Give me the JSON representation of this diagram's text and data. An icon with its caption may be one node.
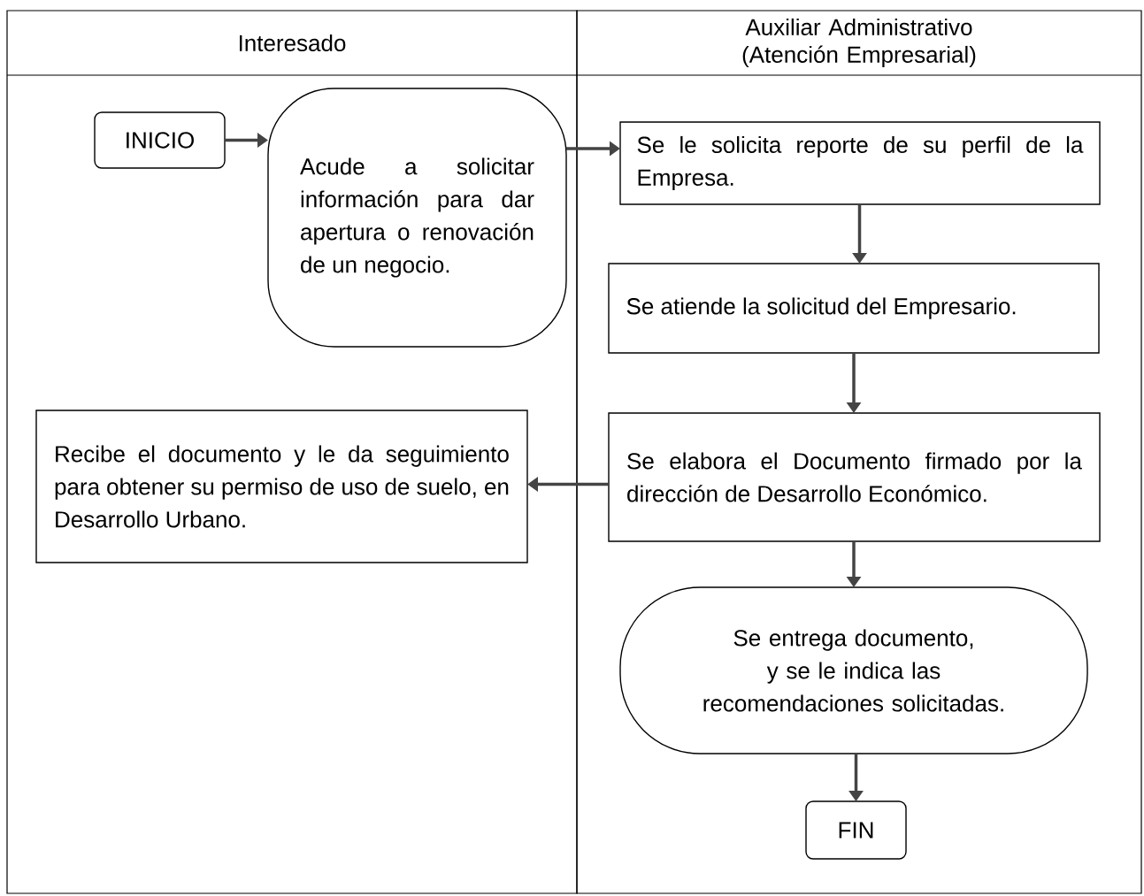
{
  "diagram": {
    "nodes": [
      {
        "text": [
          "Interesado"
        ]
      },
      {
        "text": [
          "Auxiliar Administrativo (Atención Empresarial)"
        ]
      },
      {
        "text": [
          "INICIO"
        ],
        "in": 0
      },
      {
        "text": [
          "Acude a solicitar información para dar apertura o renovación de un negocio."
        ],
        "in": 0
      },
      {
        "text": [
          "Se le solicita reporte de su perfil de la Empresa."
        ],
        "in": 1
      },
      {
        "text": [
          "Se atiende la solicitud del Empresario."
        ],
        "in": 1
      },
      {
        "text": [
          "Se elabora el Documento firmado por la dirección de Desarrollo Económico."
        ],
        "in": 1
      },
      {
        "text": [
          "Recibe el documento y le da seguimiento para obtener su permiso de uso de suelo, en Desarrollo Urbano."
        ],
        "in": 0
      },
      {
        "text": [
          "Se entrega documento, y se le indica las recomendaciones solicitadas."
        ],
        "in": 1
      },
      {
        "text": [
          "FIN"
        ],
        "in": 1
      }
    ],
    "edges": [
      {
        "from": 2,
        "to": 3,
        "arrow": "to"
      },
      {
        "from": 3,
        "to": 4,
        "arrow": "to"
      },
      {
        "from": 4,
        "to": 5,
        "arrow": "to"
      },
      {
        "from": 5,
        "to": 6,
        "arrow": "to"
      },
      {
        "from": 6,
        "to": 7,
        "arrow": "to"
      },
      {
        "from": 6,
        "to": 8,
        "arrow": "to"
      },
      {
        "from": 8,
        "to": 9,
        "arrow": "to"
      }
    ]
  }
}
